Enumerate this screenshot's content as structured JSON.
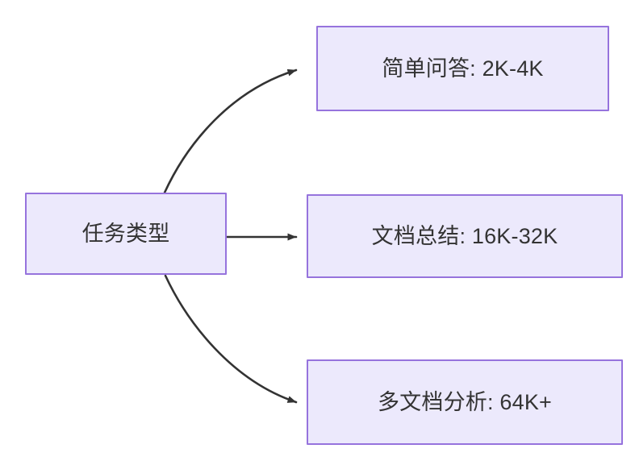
{
  "diagram": {
    "type": "flowchart",
    "direction": "left-to-right",
    "background_color": "#ffffff",
    "node_fill_color": "#ece9fc",
    "node_border_color": "#9673dd",
    "node_text_color": "#333333",
    "edge_color": "#333333",
    "nodes": [
      {
        "id": "source",
        "label": "任务类型"
      },
      {
        "id": "simple",
        "label": "简单问答: 2K-4K"
      },
      {
        "id": "summary",
        "label": "文档总结: 16K-32K"
      },
      {
        "id": "multidoc",
        "label": "多文档分析: 64K+"
      }
    ],
    "edges": [
      {
        "from": "source",
        "to": "simple",
        "style": "curved",
        "arrow": "filled-triangle"
      },
      {
        "from": "source",
        "to": "summary",
        "style": "straight",
        "arrow": "filled-triangle"
      },
      {
        "from": "source",
        "to": "multidoc",
        "style": "curved",
        "arrow": "filled-triangle"
      }
    ]
  }
}
